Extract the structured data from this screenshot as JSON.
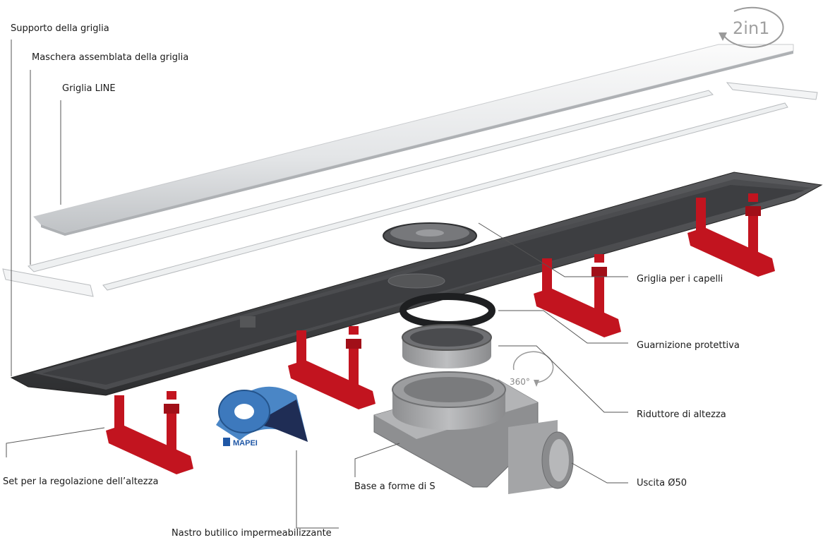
{
  "labels": {
    "supporto": "Supporto della griglia",
    "maschera": "Maschera assemblata della griglia",
    "griglia_line": "Griglia LINE",
    "griglia_capelli": "Griglia per i capelli",
    "guarnizione": "Guarnizione protettiva",
    "riduttore": "Riduttore di altezza",
    "uscita": "Uscita Ø50",
    "set_regolazione": "Set per la regolazione dell’altezza",
    "base_s": "Base a forme di S",
    "nastro": "Nastro butilico impermeabilizzante"
  },
  "badges": {
    "two_in_one": "2in1",
    "rotation": "360°",
    "brand": "MAPEI"
  },
  "icons": [
    "rotate-arrow-icon",
    "rotation-360-icon",
    "mapei-logo-icon"
  ],
  "colors": {
    "feet": "#c2141f",
    "channel": "#3a3b3e",
    "steel": "#e6e8ea",
    "outlet": "#a9aaac",
    "leader": "#555555"
  }
}
